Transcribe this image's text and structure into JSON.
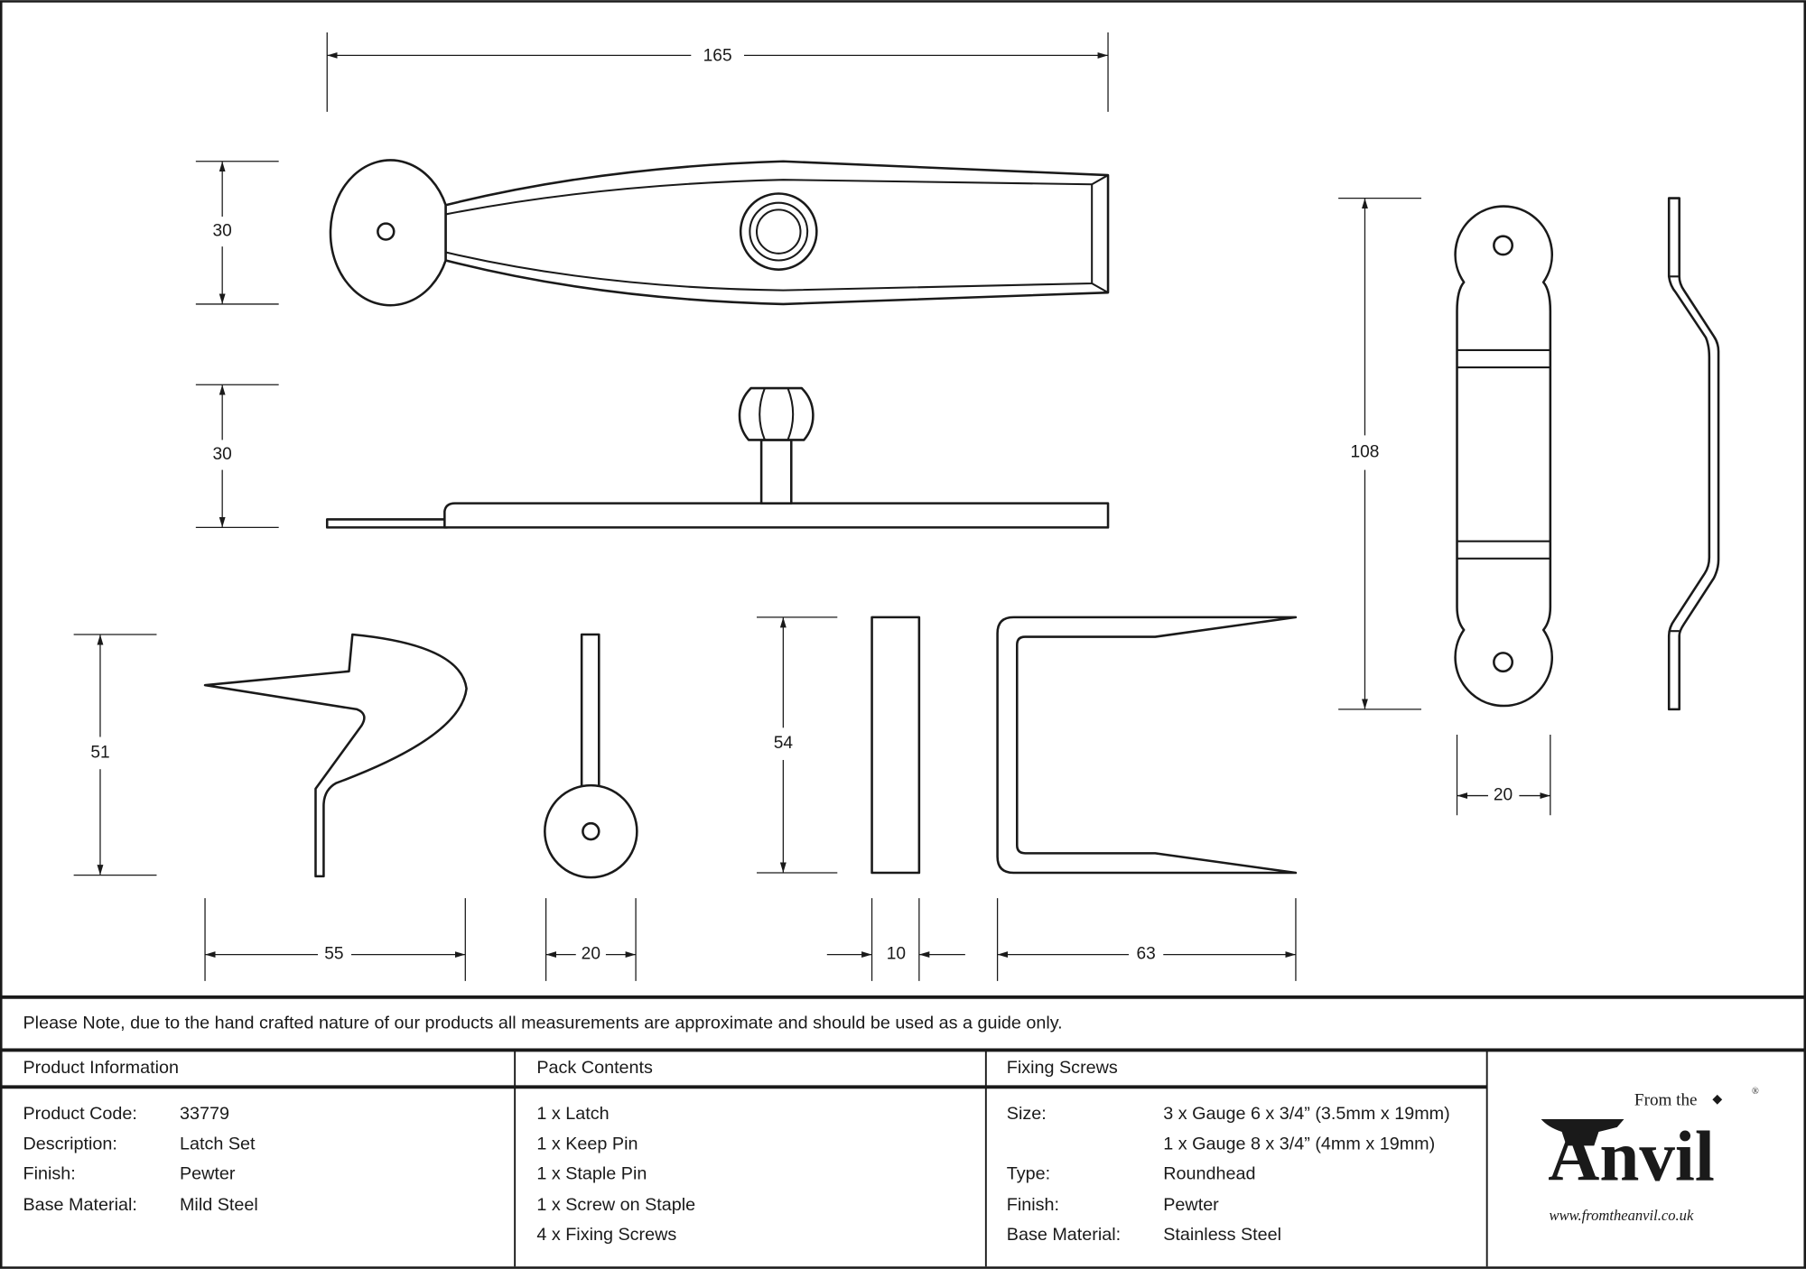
{
  "dimensions": {
    "latch_length": "165",
    "latch_width": "30",
    "latch_height": "30",
    "keep_pin_height": "51",
    "keep_pin_width": "55",
    "staple_pin_width": "20",
    "staple_height": "54",
    "staple_thickness": "10",
    "staple_width": "63",
    "keep_length": "108",
    "keep_width": "20"
  },
  "note": "Please Note, due to the hand crafted nature of our products all measurements are approximate and should be used as a guide only.",
  "product_info": {
    "heading": "Product Information",
    "rows": [
      {
        "label": "Product Code:",
        "value": "33779"
      },
      {
        "label": "Description:",
        "value": "Latch Set"
      },
      {
        "label": "Finish:",
        "value": "Pewter"
      },
      {
        "label": "Base Material:",
        "value": "Mild Steel"
      }
    ]
  },
  "pack_contents": {
    "heading": "Pack Contents",
    "items": [
      "1 x Latch",
      "1 x Keep Pin",
      "1 x Staple Pin",
      "1 x Screw on Staple",
      "4 x Fixing Screws"
    ]
  },
  "fixing_screws": {
    "heading": "Fixing Screws",
    "rows": [
      {
        "label": "Size:",
        "value": "3 x Gauge 6 x 3/4” (3.5mm x 19mm)"
      },
      {
        "label": "",
        "value": "1 x Gauge 8 x 3/4” (4mm x 19mm)"
      },
      {
        "label": "Type:",
        "value": "Roundhead"
      },
      {
        "label": "Finish:",
        "value": "Pewter"
      },
      {
        "label": "Base Material:",
        "value": "Stainless Steel"
      }
    ]
  },
  "logo": {
    "top": "From the",
    "main": "Anvil",
    "url": "www.fromtheanvil.co.uk",
    "mark": "®"
  }
}
